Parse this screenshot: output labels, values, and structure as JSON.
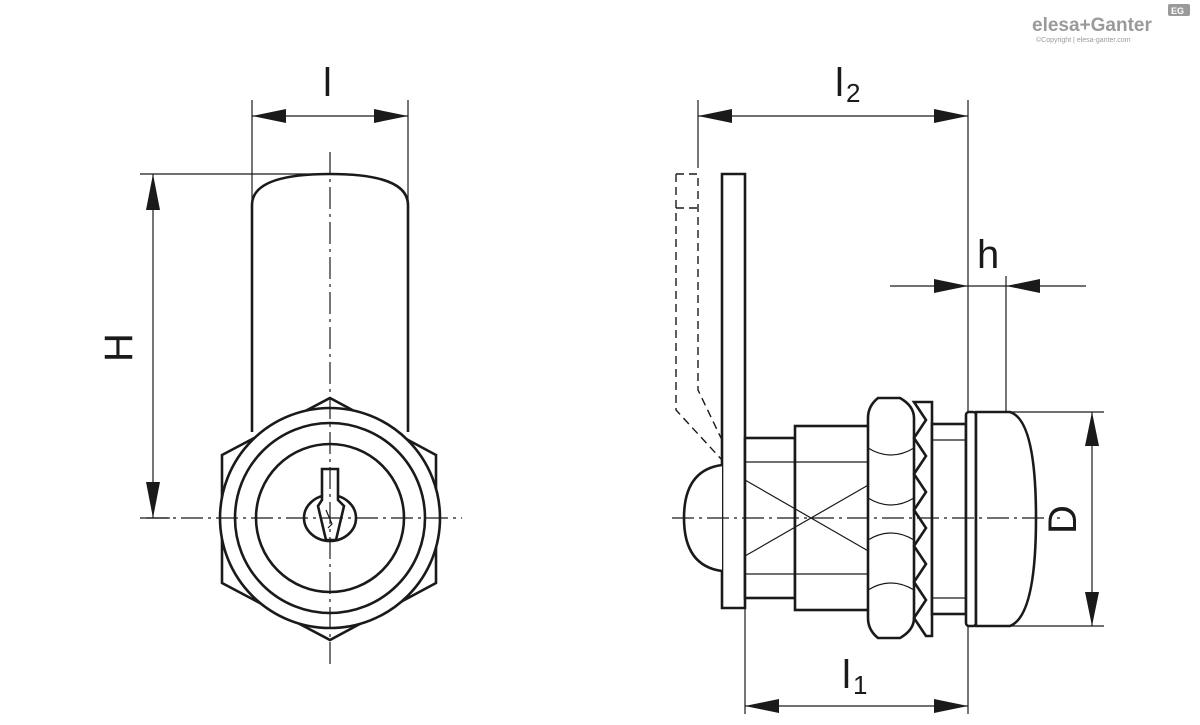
{
  "brand": {
    "logo_text": "elesa+Ganter",
    "logo_badge": "EG",
    "copyright": "©Copyright | elesa-ganter.com"
  },
  "dimensions": {
    "front_width": "l",
    "front_height": "H",
    "side_l2_base": "l",
    "side_l2_sub": "2",
    "side_l1_base": "l",
    "side_l1_sub": "1",
    "side_h": "h",
    "side_D": "D"
  },
  "colors": {
    "line": "#1a1a1a",
    "logo": "#9a9a9a"
  }
}
